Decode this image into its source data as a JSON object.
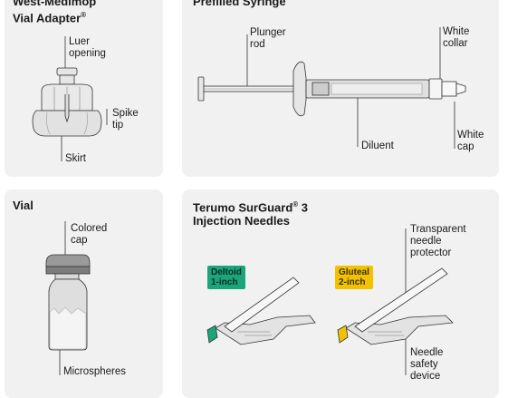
{
  "adapter": {
    "title_line1": "West-Medimop",
    "title_line2": "Vial Adapter",
    "title_sup": "®",
    "luer_l1": "Luer",
    "luer_l2": "opening",
    "spike_l1": "Spike",
    "spike_l2": "tip",
    "skirt": "Skirt"
  },
  "syringe": {
    "title": "Prefilled Syringe",
    "plunger_l1": "Plunger",
    "plunger_l2": "rod",
    "collar_l1": "White",
    "collar_l2": "collar",
    "diluent": "Diluent",
    "cap_l1": "White",
    "cap_l2": "cap"
  },
  "vial": {
    "title": "Vial",
    "cap_l1": "Colored",
    "cap_l2": "cap",
    "microspheres": "Microspheres"
  },
  "needles": {
    "title_line1": "Terumo SurGuard",
    "title_sup": "®",
    "title_line1_tail": " 3",
    "title_line2": "Injection Needles",
    "deltoid_l1": "Deltoid",
    "deltoid_l2": "1-inch",
    "gluteal_l1": "Gluteal",
    "gluteal_l2": "2-inch",
    "protector_l1": "Transparent",
    "protector_l2": "needle",
    "protector_l3": "protector",
    "safety_l1": "Needle",
    "safety_l2": "safety",
    "safety_l3": "device"
  },
  "colors": {
    "panel": "#f1f1f1",
    "deltoid": "#1aa67a",
    "gluteal": "#f2c200",
    "line": "#333333"
  }
}
